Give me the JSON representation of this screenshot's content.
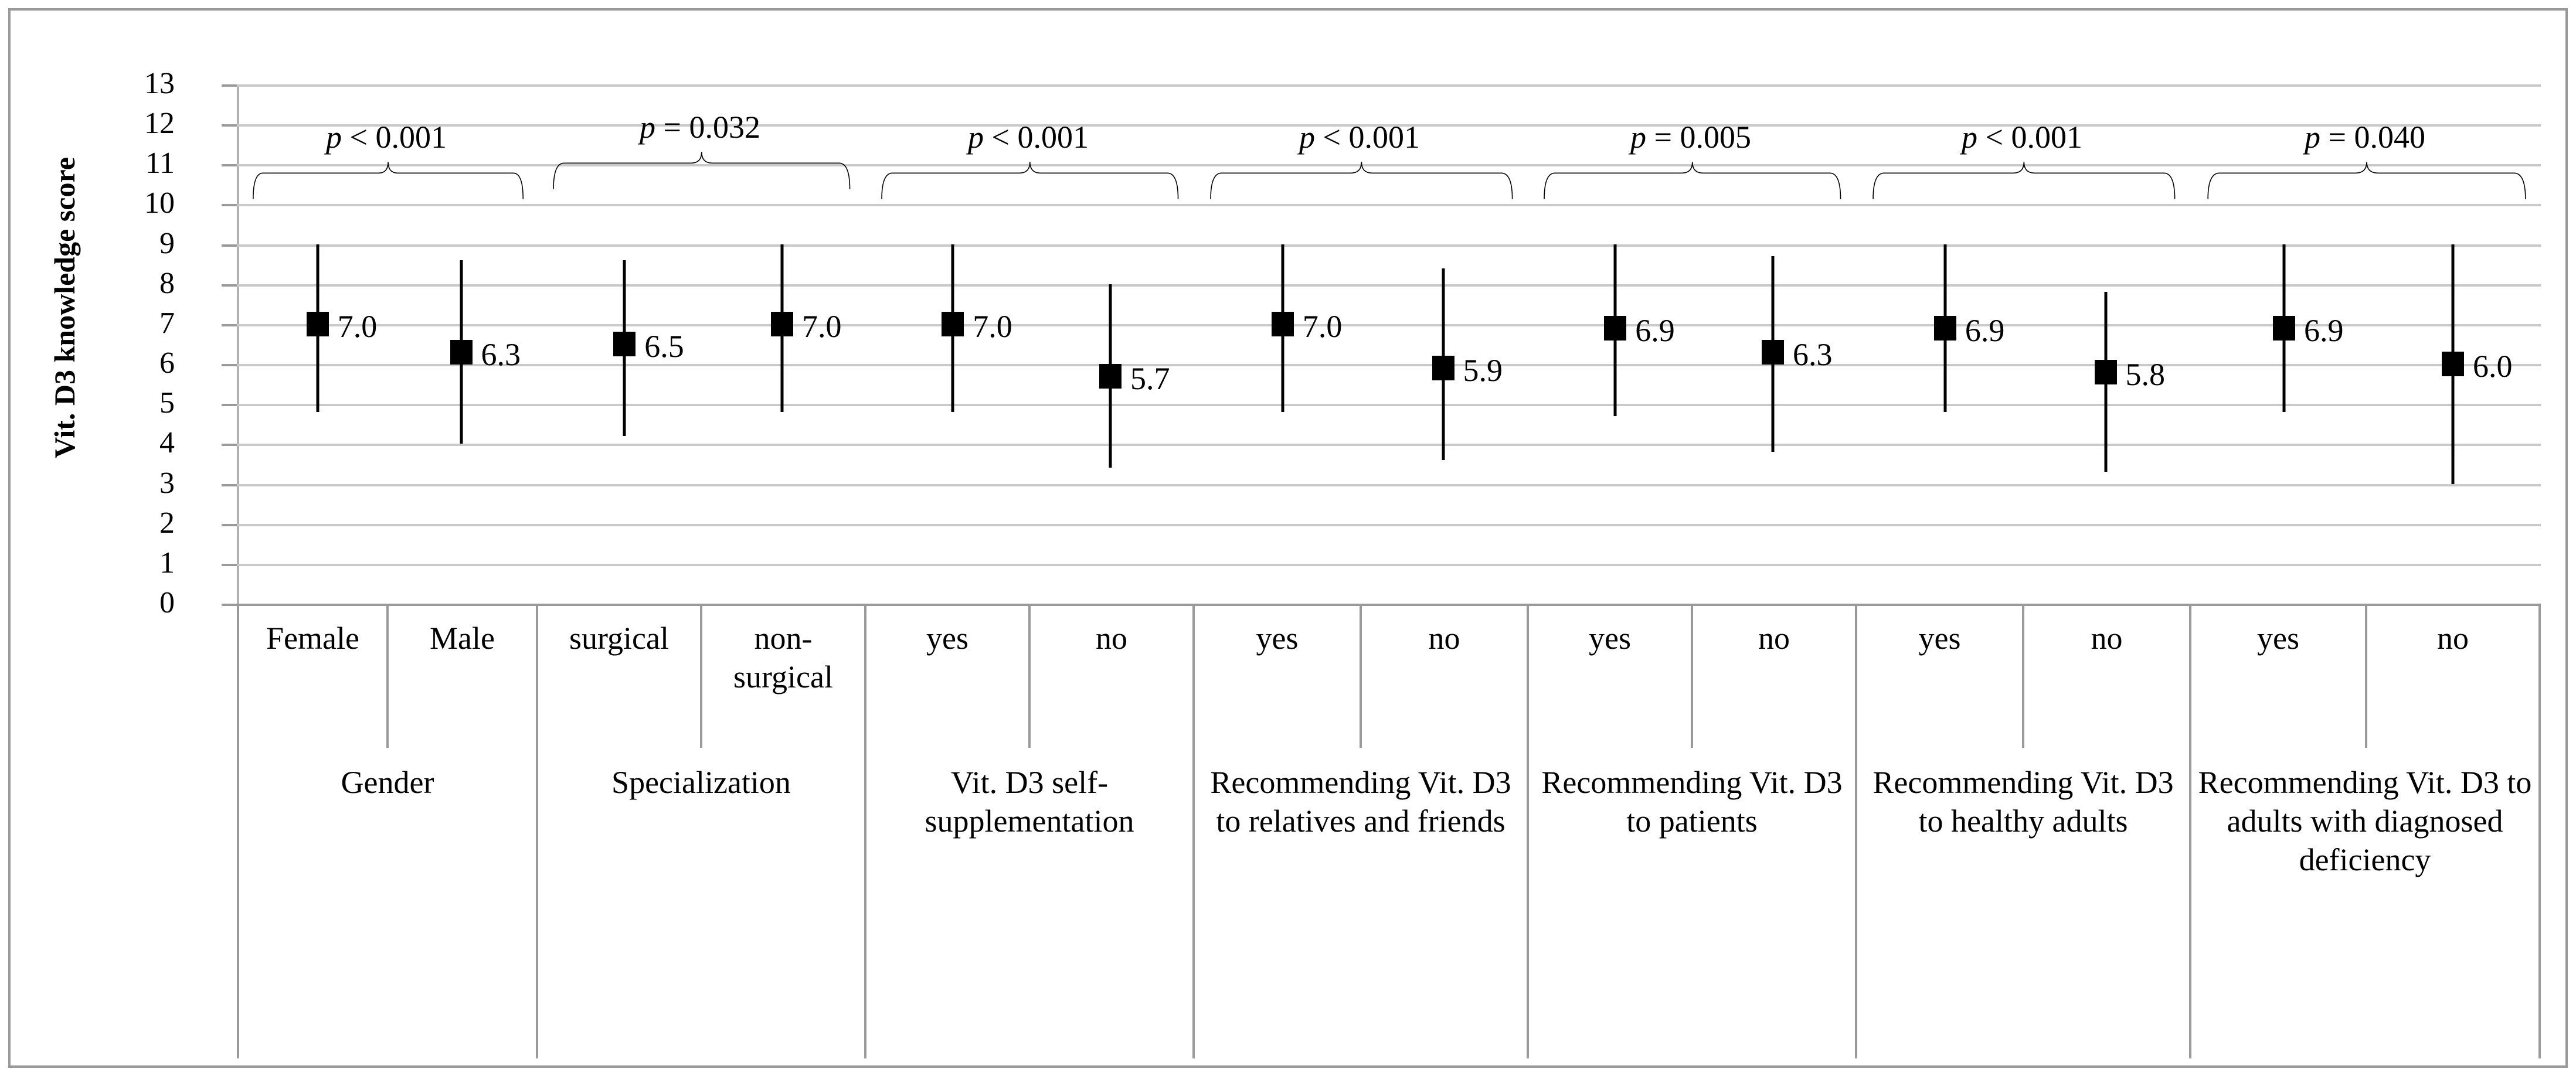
{
  "chart_data": {
    "type": "scatter",
    "title": "",
    "xlabel": "",
    "ylabel": "Vit. D3 knowledge score",
    "ylim": [
      0,
      13
    ],
    "ytick_labels": [
      "13",
      "12",
      "11",
      "10",
      "9",
      "8",
      "7",
      "6",
      "5",
      "4",
      "3",
      "2",
      "1",
      "0"
    ],
    "grid": true,
    "legend": "none",
    "marker_style": "filled-square-with-vertical-error-bar",
    "groups": [
      {
        "name": "Gender",
        "p_value": "p < 0.001",
        "p_relation": "<",
        "items": [
          {
            "label": "Female",
            "value": 7.0,
            "value_label": "7.0",
            "low": 4.8,
            "high": 9.0
          },
          {
            "label": "Male",
            "value": 6.3,
            "value_label": "6.3",
            "low": 4.0,
            "high": 8.6
          }
        ]
      },
      {
        "name": "Specialization",
        "p_value": "p = 0.032",
        "p_relation": "=",
        "items": [
          {
            "label": "surgical",
            "value": 6.5,
            "value_label": "6.5",
            "low": 4.2,
            "high": 8.6
          },
          {
            "label": "non-surgical",
            "value": 7.0,
            "value_label": "7.0",
            "low": 4.8,
            "high": 9.0
          }
        ]
      },
      {
        "name": "Vit. D3 self-supplementation",
        "p_value": "p < 0.001",
        "p_relation": "<",
        "items": [
          {
            "label": "yes",
            "value": 7.0,
            "value_label": "7.0",
            "low": 4.8,
            "high": 9.0
          },
          {
            "label": "no",
            "value": 5.7,
            "value_label": "5.7",
            "low": 3.4,
            "high": 8.0
          }
        ]
      },
      {
        "name": "Recommending Vit. D3 to relatives and friends",
        "p_value": "p < 0.001",
        "p_relation": "<",
        "items": [
          {
            "label": "yes",
            "value": 7.0,
            "value_label": "7.0",
            "low": 4.8,
            "high": 9.0
          },
          {
            "label": "no",
            "value": 5.9,
            "value_label": "5.9",
            "low": 3.6,
            "high": 8.4
          }
        ]
      },
      {
        "name": "Recommending Vit. D3 to patients",
        "p_value": "p = 0.005",
        "p_relation": "=",
        "items": [
          {
            "label": "yes",
            "value": 6.9,
            "value_label": "6.9",
            "low": 4.7,
            "high": 9.0
          },
          {
            "label": "no",
            "value": 6.3,
            "value_label": "6.3",
            "low": 3.8,
            "high": 8.7
          }
        ]
      },
      {
        "name": "Recommending Vit. D3 to healthy adults",
        "p_value": "p < 0.001",
        "p_relation": "<",
        "items": [
          {
            "label": "yes",
            "value": 6.9,
            "value_label": "6.9",
            "low": 4.8,
            "high": 9.0
          },
          {
            "label": "no",
            "value": 5.8,
            "value_label": "5.8",
            "low": 3.3,
            "high": 7.8
          }
        ]
      },
      {
        "name": "Recommending Vit. D3 to adults with diagnosed deficiency",
        "p_value": "p = 0.040",
        "p_relation": "=",
        "items": [
          {
            "label": "yes",
            "value": 6.9,
            "value_label": "6.9",
            "low": 4.8,
            "high": 9.0
          },
          {
            "label": "no",
            "value": 6.0,
            "value_label": "6.0",
            "low": 3.0,
            "high": 9.0
          }
        ]
      }
    ]
  },
  "axis": {
    "y_title": "Vit. D3 knowledge score"
  },
  "colors": {
    "marker": "#000000",
    "gridline": "#c9c9c9",
    "border": "#9a9a9a",
    "text": "#000000",
    "background": "#ffffff"
  }
}
